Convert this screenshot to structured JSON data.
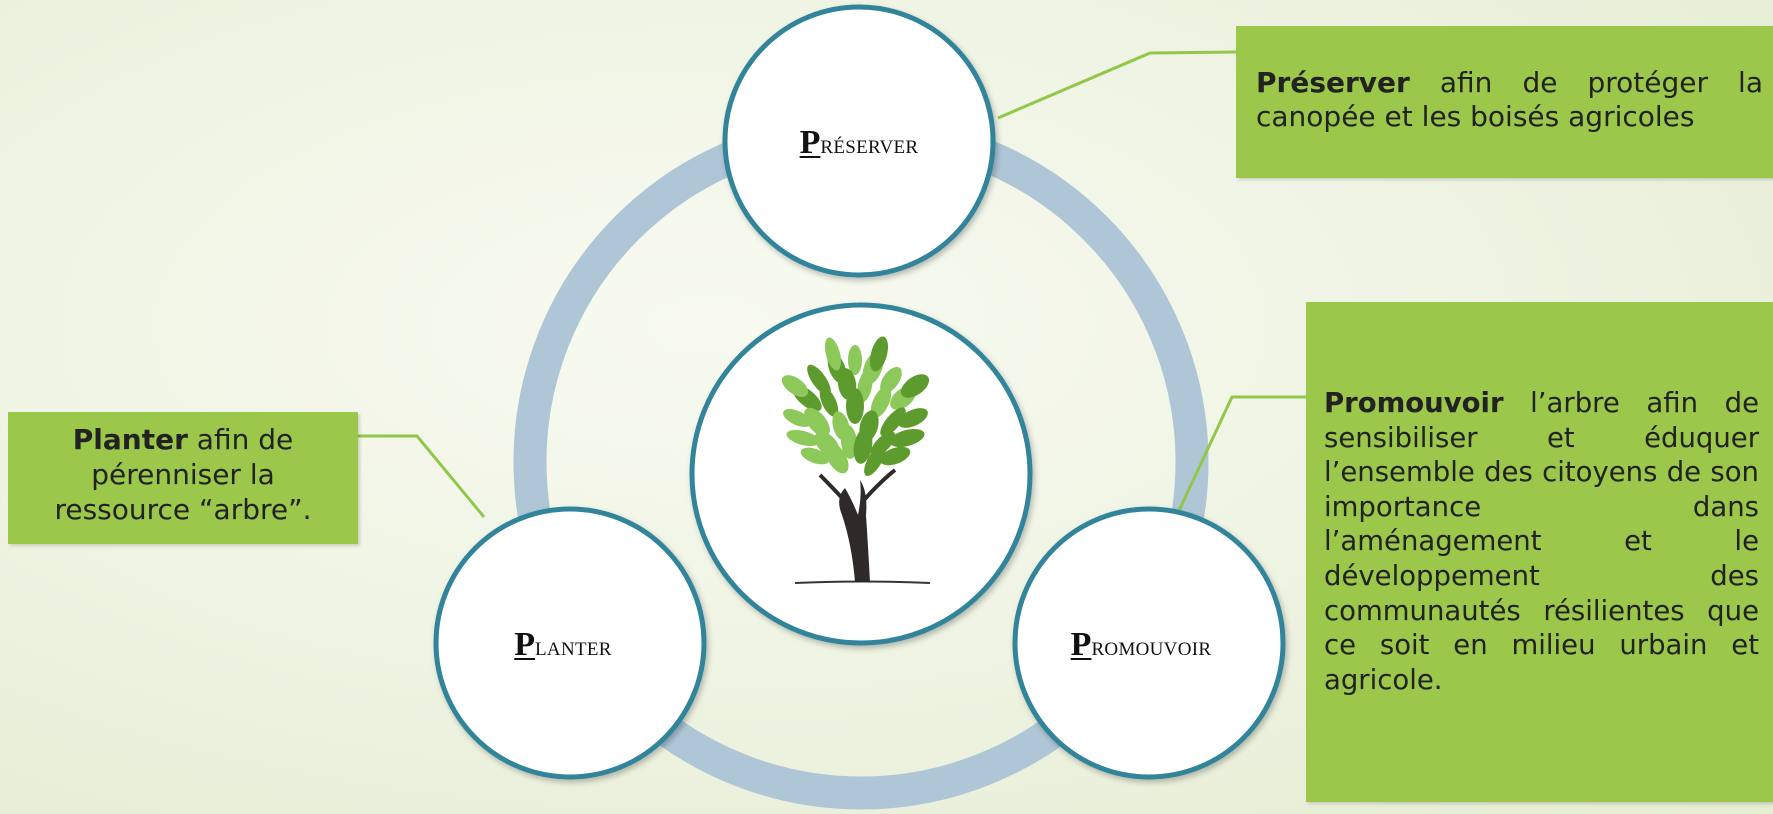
{
  "colors": {
    "ring": "#aec6d6",
    "circle_border": "#31849b",
    "box_fill": "#9bc74a",
    "connector": "#92c84a",
    "leaf_dark": "#5e9b2e",
    "leaf_light": "#8cc85a",
    "trunk": "#2e2a2a"
  },
  "circles": {
    "center": {
      "icon": "tree-icon"
    },
    "preserver": {
      "cap": "P",
      "rest": "RÉSERVER"
    },
    "planter": {
      "cap": "P",
      "rest": "LANTER"
    },
    "promouvoir": {
      "cap": "P",
      "rest": "ROMOUVOIR"
    }
  },
  "boxes": {
    "preserver": {
      "bold": "Préserver",
      "text": " afin de protéger la canopée et les boisés agricoles"
    },
    "planter": {
      "bold": "Planter",
      "text": " afin de pérenniser la ressource “arbre”."
    },
    "promouvoir": {
      "bold": "Promouvoir",
      "text": " l’arbre afin de sensibiliser et éduquer l’ensemble des citoyens de son importance dans l’aménagement et le développement des communautés résilientes que ce soit en milieu urbain et agricole."
    }
  }
}
